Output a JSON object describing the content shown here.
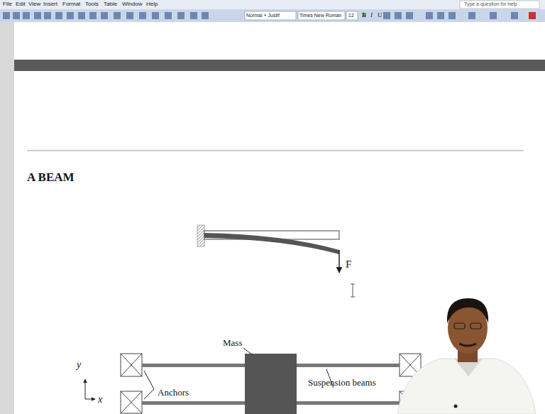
{
  "diagram": {
    "title": "A BEAM",
    "labels": [
      "File",
      "Edit",
      "View",
      "Insert",
      "Format",
      "Tools",
      "Table",
      "Window",
      "Help",
      "Type a question for help",
      "Normal + Justif",
      "Times New Roman",
      "12",
      "B",
      "I",
      "U",
      "F",
      "Mass",
      "Anchors",
      "Suspension beams",
      "y",
      "x"
    ]
  }
}
